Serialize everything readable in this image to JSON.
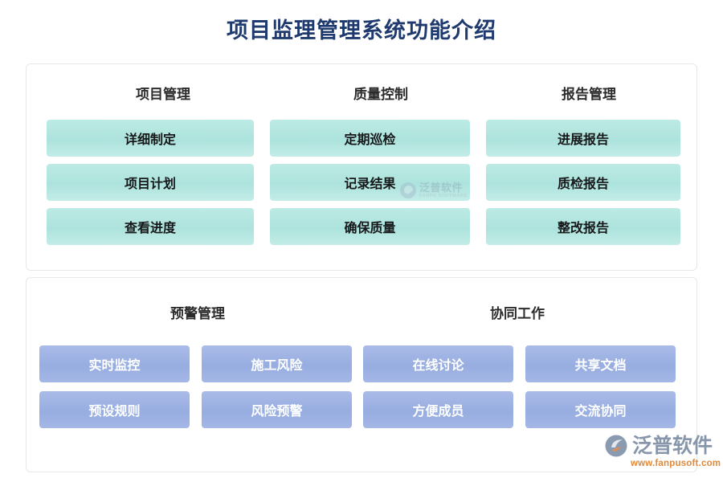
{
  "page": {
    "title": "项目监理管理系统功能介绍",
    "title_color": "#1f3a6e",
    "background": "#ffffff"
  },
  "cards": [
    {
      "id": "features-card",
      "accent": "#ade3dd",
      "chip_text_color": "#17181a",
      "columns": [
        {
          "header": "项目管理",
          "items": [
            "详细制定",
            "项目计划",
            "查看进度"
          ]
        },
        {
          "header": "质量控制",
          "items": [
            "定期巡检",
            "记录结果",
            "确保质量"
          ]
        },
        {
          "header": "报告管理",
          "items": [
            "进展报告",
            "质检报告",
            "整改报告"
          ]
        }
      ]
    },
    {
      "id": "alerts-collab-card",
      "accent": "#97ade0",
      "chip_text_color": "#ffffff",
      "columns": [
        {
          "header": "预警管理",
          "groups": [
            [
              "实时监控",
              "施工风险"
            ],
            [
              "预设规则",
              "风险预警"
            ]
          ]
        },
        {
          "header": "协同工作",
          "groups": [
            [
              "在线讨论",
              "共享文档"
            ],
            [
              "方便成员",
              "交流协同"
            ]
          ]
        }
      ]
    }
  ],
  "watermark": {
    "name": "泛普软件",
    "subtitle": "FANPU SOFTWARE",
    "icon": "fanpu-swoosh-icon"
  },
  "brand": {
    "name": "泛普软件",
    "url": "www.fanpusoft.com",
    "icon": "fanpu-swoosh-icon",
    "name_color": "#8796ab",
    "url_color": "#e08a3c"
  }
}
